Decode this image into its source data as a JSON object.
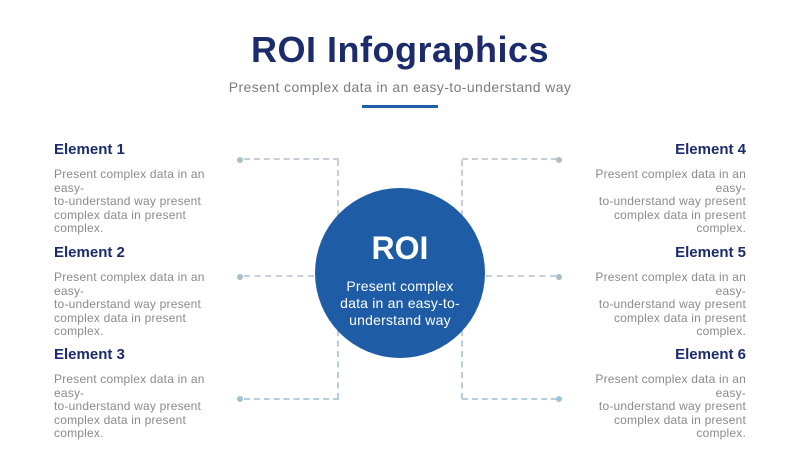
{
  "header": {
    "title": "ROI Infographics",
    "subtitle": "Present complex data in an easy-to-understand way"
  },
  "center": {
    "label": "ROI",
    "description": "Present complex\ndata in an easy-to-\nunderstand way"
  },
  "elements": [
    {
      "title": "Element 1",
      "body": "Present complex data in an easy-\nto-understand way present\ncomplex data in present complex."
    },
    {
      "title": "Element 2",
      "body": "Present complex data in an easy-\nto-understand way present\ncomplex data in present complex."
    },
    {
      "title": "Element 3",
      "body": "Present complex data in an easy-\nto-understand way present\ncomplex data in present complex."
    },
    {
      "title": "Element 4",
      "body": "Present complex data in an easy-\nto-understand way present\ncomplex data in present complex."
    },
    {
      "title": "Element 5",
      "body": "Present complex data in an easy-\nto-understand way present\ncomplex data in present complex."
    },
    {
      "title": "Element 6",
      "body": "Present complex data in an easy-\nto-understand way present\ncomplex data in present complex."
    }
  ],
  "colors": {
    "navy_heading": "#1b2b6b",
    "circle_blue": "#1e5ca6",
    "divider_blue": "#1d5fa5",
    "body_gray": "#8a8a8a",
    "subtitle_gray": "#7b7b7b",
    "connector_line": "#c6cfd7",
    "connector_line_bottom": "#b3cedc",
    "connector_dot": "#a9bfcc",
    "background": "#ffffff"
  }
}
